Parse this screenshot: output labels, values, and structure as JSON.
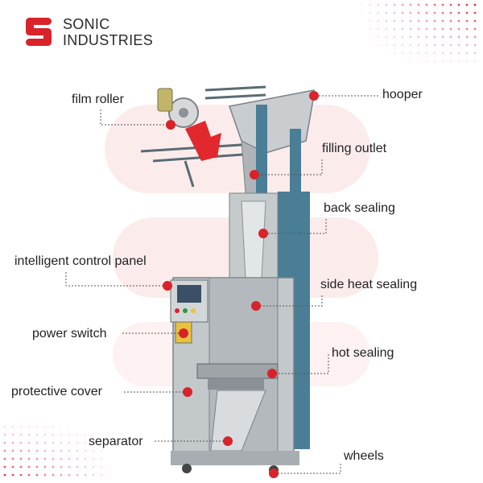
{
  "brand": {
    "line1": "SONIC",
    "line2": "INDUSTRIES",
    "accent": "#d8232a"
  },
  "callouts": [
    {
      "id": "film-roller",
      "text": "film roller"
    },
    {
      "id": "hooper",
      "text": "hooper"
    },
    {
      "id": "filling-outlet",
      "text": "filling outlet"
    },
    {
      "id": "back-sealing",
      "text": "back sealing"
    },
    {
      "id": "intelligent-control-panel",
      "text": "intelligent control panel"
    },
    {
      "id": "side-heat-sealing",
      "text": "side heat sealing"
    },
    {
      "id": "power-switch",
      "text": "power switch"
    },
    {
      "id": "hot-sealing",
      "text": "hot sealing"
    },
    {
      "id": "protective-cover",
      "text": "protective cover"
    },
    {
      "id": "separator",
      "text": "separator"
    },
    {
      "id": "wheels",
      "text": "wheels"
    }
  ],
  "colors": {
    "marker": "#d8232a",
    "leader": "#555555",
    "steel": "#b9bfc4",
    "frame": "#4a7d96",
    "bg_shape": "#fbe9e8"
  }
}
